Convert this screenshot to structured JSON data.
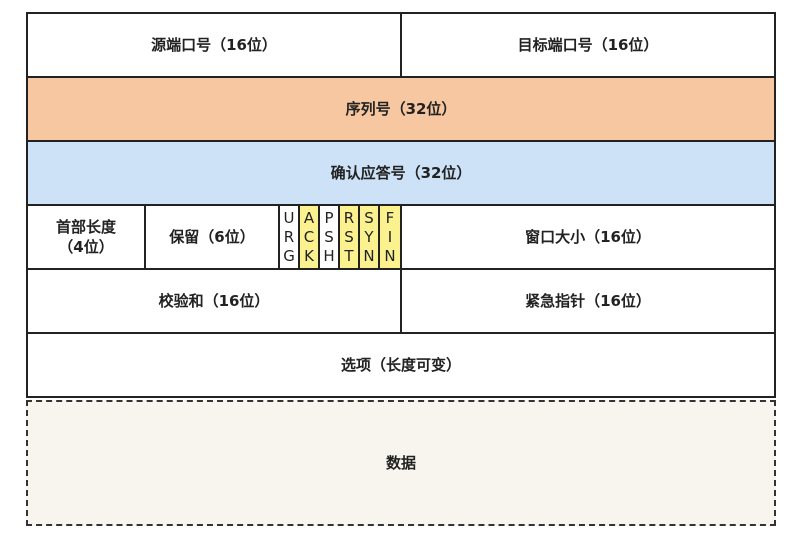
{
  "colors": {
    "sequence": "#f6c7a0",
    "ack": "#cde2f7",
    "flag_highlight": "#fbf28f",
    "data": "#f8f5ef"
  },
  "rows": {
    "source_port": "源端口号（16位）",
    "dest_port": "目标端口号（16位）",
    "sequence": "序列号（32位）",
    "ack_number": "确认应答号（32位）",
    "header_length": "首部长度（4位）",
    "reserved": "保留（6位）",
    "window": "窗口大小（16位）",
    "checksum": "校验和（16位）",
    "urgent_pointer": "紧急指针（16位）",
    "options": "选项（长度可变）",
    "data": "数据"
  },
  "flags": [
    {
      "letters": [
        "U",
        "R",
        "G"
      ],
      "highlighted": false
    },
    {
      "letters": [
        "A",
        "C",
        "K"
      ],
      "highlighted": true
    },
    {
      "letters": [
        "P",
        "S",
        "H"
      ],
      "highlighted": false
    },
    {
      "letters": [
        "R",
        "S",
        "T"
      ],
      "highlighted": true
    },
    {
      "letters": [
        "S",
        "Y",
        "N"
      ],
      "highlighted": true
    },
    {
      "letters": [
        "F",
        "I",
        "N"
      ],
      "highlighted": true
    }
  ]
}
